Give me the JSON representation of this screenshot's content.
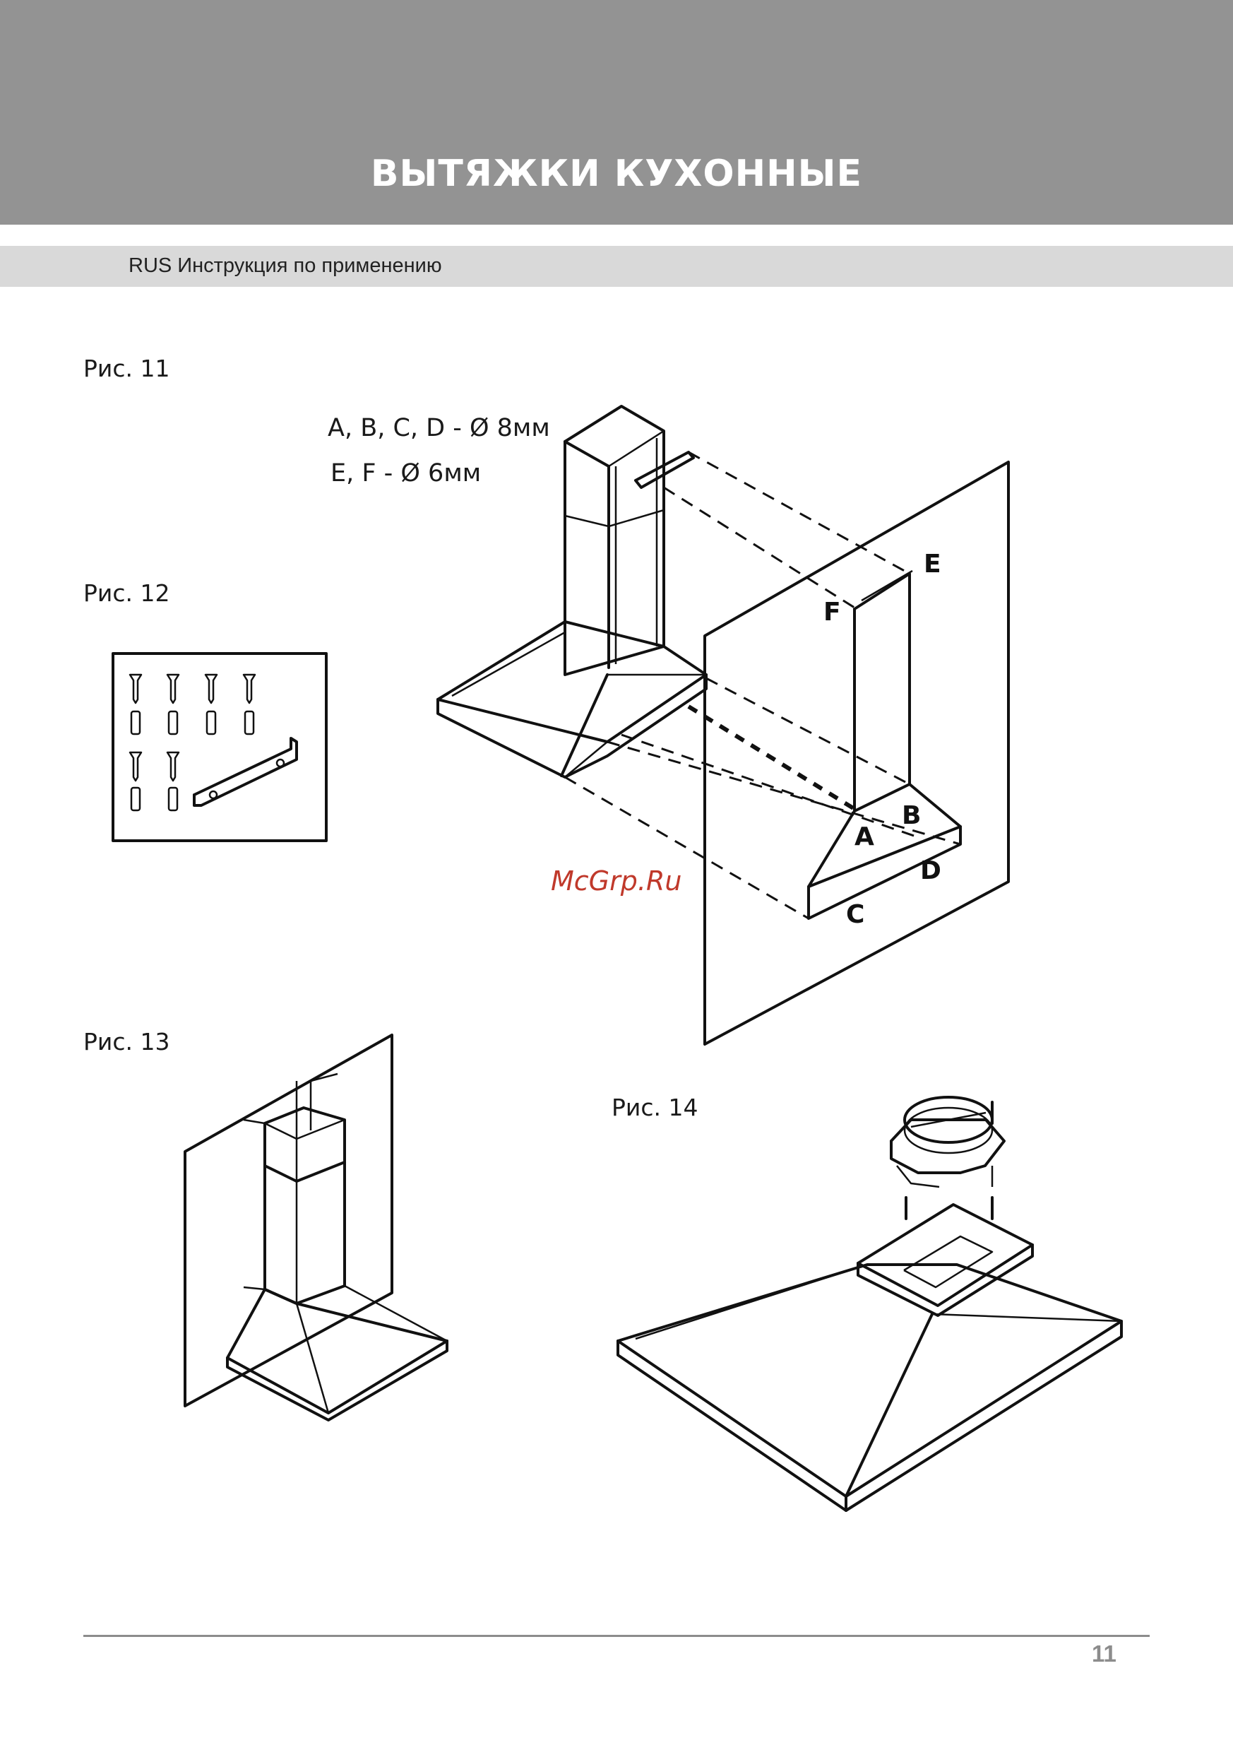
{
  "header": {
    "title": "ВЫТЯЖКИ  КУХОННЫЕ"
  },
  "subheader": {
    "text": "RUS Инструкция по применению"
  },
  "figures": {
    "fig11": {
      "label": "Рис. 11",
      "spec_line1": "A, B, C, D - Ø 8мм",
      "spec_line2": "E, F - Ø 6мм"
    },
    "fig12": {
      "label": "Рис. 12"
    },
    "fig13": {
      "label": "Рис. 13"
    },
    "fig14": {
      "label": "Рис. 14"
    }
  },
  "wall_points": {
    "a": "A",
    "b": "B",
    "c": "C",
    "d": "D",
    "e": "E",
    "f": "F"
  },
  "watermark": "McGrp.Ru",
  "footer": {
    "page_number": "11"
  }
}
